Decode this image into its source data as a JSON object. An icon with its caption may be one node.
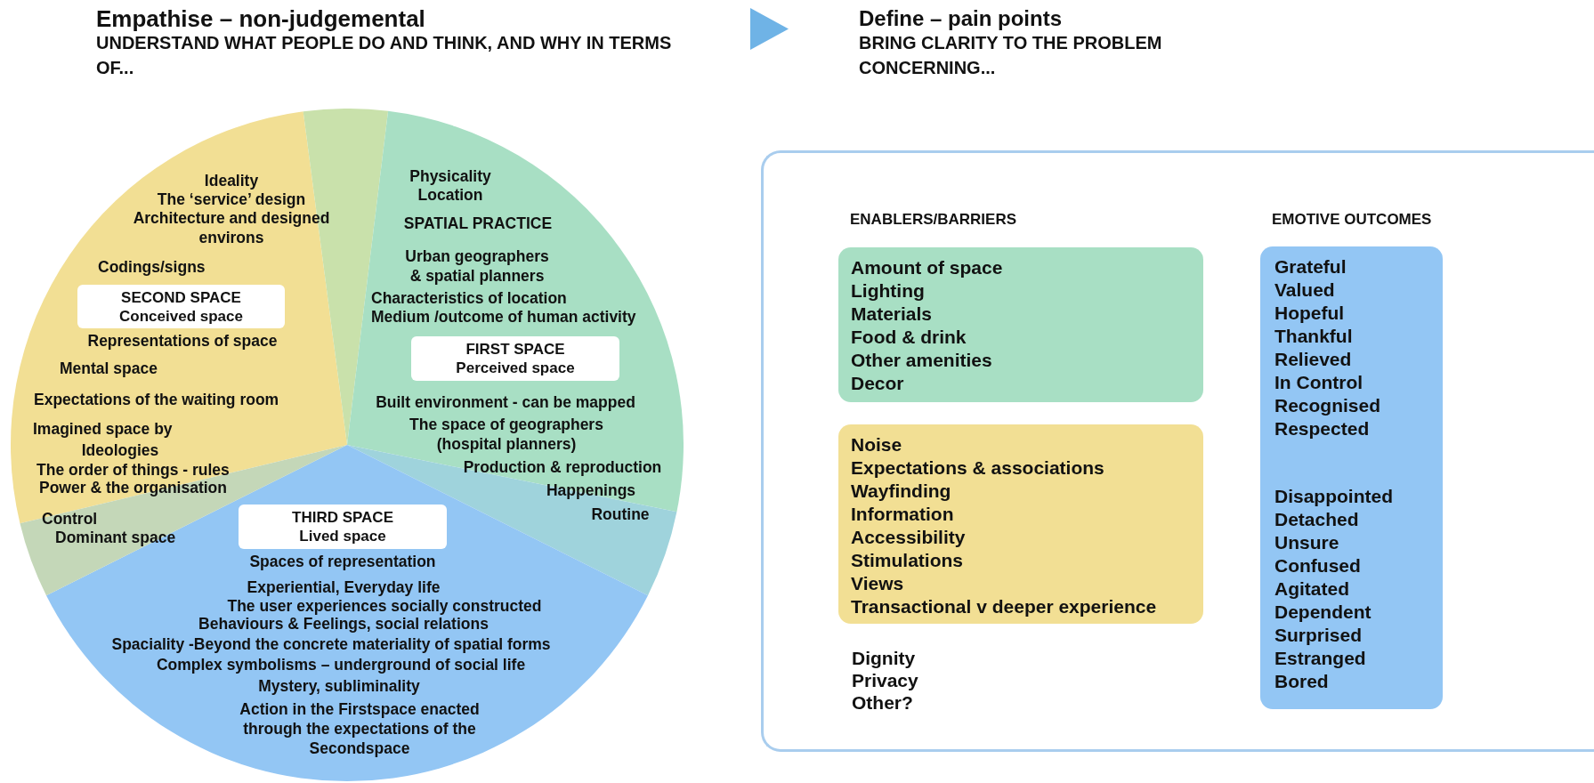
{
  "diagram": {
    "nodes": [
      {
        "text": [
          "Ideality",
          "The ‘service’ design",
          "Architecture and designed environs",
          "Codings/signs",
          "Representations of space",
          "Mental space",
          "Expectations of the waiting room",
          "Imagined space by",
          "Ideologies",
          "The order of things - rules",
          "Power & the organisation"
        ]
      },
      {
        "text": [
          "SECOND SPACE",
          "Conceived space"
        ],
        "in": 0
      },
      {
        "text": [],
        "shape": "wedge"
      },
      {
        "text": [
          "Physicality",
          "Location",
          "SPATIAL PRACTICE",
          "Urban geographers & spatial planners",
          "Characteristics of location",
          "Medium /outcome of human activity",
          "Built environment - can be mapped",
          "The space of geographers (hospital planners)",
          "Production & reproduction",
          "Happenings"
        ]
      },
      {
        "text": [
          "FIRST SPACE",
          "Perceived space"
        ],
        "in": 3
      },
      {
        "text": [
          "Routine"
        ]
      },
      {
        "text": [
          "Spaces of representation",
          "Experiential, Everyday life",
          "The user experiences socially constructed",
          "Behaviours & Feelings, social relations",
          "Spaciality -Beyond the concrete materiality of spatial forms",
          "Complex symbolisms – underground of social life",
          "Mystery, subliminality",
          "Action in the Firstspace enacted through the expectations of the Secondspace"
        ]
      },
      {
        "text": [
          "THIRD SPACE",
          "Lived space"
        ],
        "in": 6
      },
      {
        "text": [
          "Control",
          "Dominant space"
        ]
      },
      {
        "text": [
          "ENABLERS/BARRIERS",
          "EMOTIVE OUTCOMES",
          "Dignity",
          "Privacy",
          "Other?"
        ]
      },
      {
        "text": [
          "Amount of space",
          "Lighting",
          "Materials",
          "Food & drink",
          "Other amenities",
          "Decor"
        ],
        "in": 9
      },
      {
        "text": [
          "Noise",
          "Expectations & associations",
          "Wayfinding",
          "Information",
          "Accessibility",
          "Stimulations",
          "Views",
          "Transactional v deeper experience"
        ],
        "in": 9
      },
      {
        "text": [
          "Grateful",
          "Valued",
          "Hopeful",
          "Thankful",
          "Relieved",
          "In Control",
          "Recognised",
          "Respected",
          "Disappointed",
          "Detached",
          "Unsure",
          "Confused",
          "Agitated",
          "Dependent",
          "Surprised",
          "Estranged",
          "Bored"
        ],
        "in": 9
      }
    ],
    "labels": [
      "Empathise – non-judgemental",
      "UNDERSTAND WHAT PEOPLE DO AND THINK, AND WHY IN TERMS OF...",
      "Define – pain points",
      "BRING CLARITY TO THE PROBLEM CONCERNING..."
    ]
  }
}
